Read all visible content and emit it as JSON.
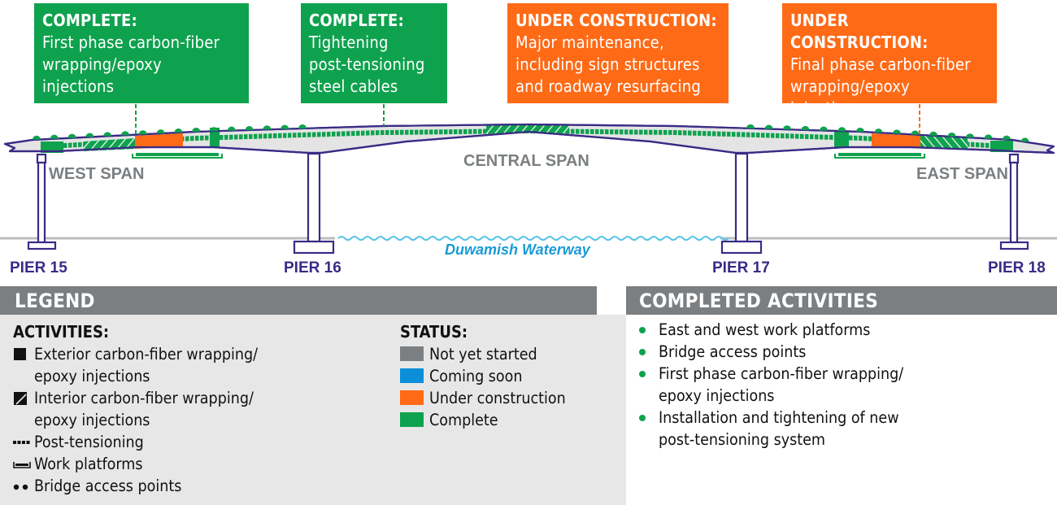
{
  "callouts": [
    {
      "status": "COMPLETE:",
      "text_lines": [
        "First phase carbon-fiber",
        "wrapping/epoxy",
        "injections"
      ],
      "color": "#0fa24e"
    },
    {
      "status": "COMPLETE:",
      "text_lines": [
        "Tightening",
        "post-tensioning",
        "steel cables"
      ],
      "color": "#0fa24e"
    },
    {
      "status": "UNDER CONSTRUCTION:",
      "text_lines": [
        "Major maintenance,",
        "including sign structures",
        "and roadway resurfacing"
      ],
      "color": "#ff6a16"
    },
    {
      "status": "UNDER CONSTRUCTION:",
      "text_lines": [
        "Final phase carbon-fiber",
        "wrapping/epoxy",
        "injections"
      ],
      "color": "#ff6a16"
    }
  ],
  "bridge": {
    "span_labels": {
      "west": "WEST SPAN",
      "central": "CENTRAL SPAN",
      "east": "EAST SPAN"
    },
    "piers": [
      "PIER 15",
      "PIER 16",
      "PIER 17",
      "PIER 18"
    ],
    "waterway": "Duwamish Waterway"
  },
  "legend": {
    "title": "LEGEND",
    "activities_title": "ACTIVITIES:",
    "activities": [
      {
        "icon": "solid-square-icon",
        "lines": [
          "Exterior carbon-fiber wrapping/",
          "epoxy injections"
        ]
      },
      {
        "icon": "hatched-square-icon",
        "lines": [
          "Interior carbon-fiber wrapping/",
          "epoxy injections"
        ]
      },
      {
        "icon": "dashed-line-icon",
        "lines": [
          "Post-tensioning"
        ]
      },
      {
        "icon": "platform-icon",
        "lines": [
          "Work platforms"
        ]
      },
      {
        "icon": "dots-icon",
        "lines": [
          "Bridge access points"
        ]
      }
    ],
    "status_title": "STATUS:",
    "statuses": [
      {
        "label": "Not yet started",
        "color": "#7b7f82"
      },
      {
        "label": "Coming soon",
        "color": "#0a8fd8"
      },
      {
        "label": "Under construction",
        "color": "#ff6a16"
      },
      {
        "label": "Complete",
        "color": "#0fa24e"
      }
    ]
  },
  "completed": {
    "title": "COMPLETED ACTIVITIES",
    "items": [
      [
        "East and west work platforms"
      ],
      [
        "Bridge access points"
      ],
      [
        "First phase carbon-fiber wrapping/",
        "epoxy injections"
      ],
      [
        "Installation and tightening of new",
        "post-tensioning system"
      ]
    ]
  },
  "colors": {
    "complete": "#0fa24e",
    "under_construction": "#ff6a16",
    "structure": "#3b2a86",
    "deck_fill": "#e4e4e4",
    "label_gray": "#7b7f82",
    "water": "#1a9ad6"
  }
}
